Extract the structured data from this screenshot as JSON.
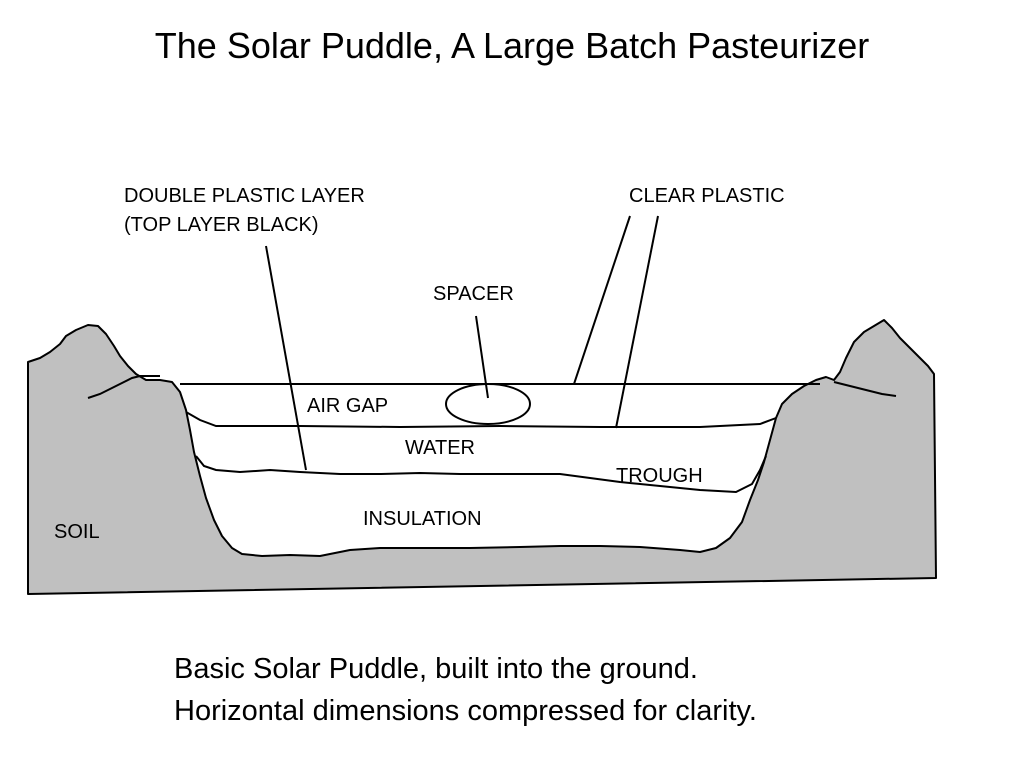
{
  "title": "The Solar Puddle, A Large Batch Pasteurizer",
  "labels": {
    "double_plastic_line1": "DOUBLE PLASTIC LAYER",
    "double_plastic_line2": "(TOP LAYER BLACK)",
    "clear_plastic": "CLEAR PLASTIC",
    "spacer": "SPACER",
    "air_gap": "AIR GAP",
    "water": "WATER",
    "trough": "TROUGH",
    "insulation": "INSULATION",
    "soil": "SOIL"
  },
  "caption": {
    "line1": "Basic Solar Puddle, built into the ground.",
    "line2": "Horizontal dimensions compressed for clarity."
  },
  "colors": {
    "soil": "#c0c0c0",
    "line": "#000000",
    "background": "#ffffff"
  }
}
